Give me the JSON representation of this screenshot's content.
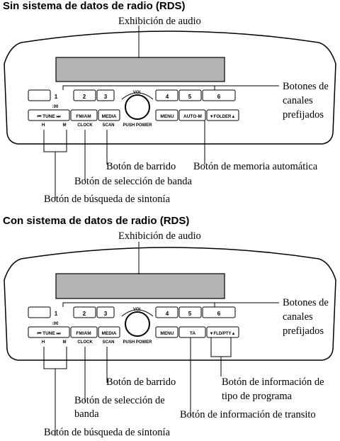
{
  "sections": [
    {
      "title": "Sin sistema de datos de radio (RDS)",
      "display_label": "Exhibición de audio",
      "top_buttons": [
        "1",
        "2",
        "3",
        "4",
        "5",
        "6"
      ],
      "sub_00": ":00",
      "buttons_left": [
        "⏮ TUNE ⏭",
        "FM/AM",
        "MEDIA"
      ],
      "sub_labels": [
        "H",
        "M",
        "CLOCK",
        "SCAN"
      ],
      "knob_top": "VOL",
      "knob_bottom": "PUSH POWER",
      "buttons_right": [
        "MENU",
        "AUTO-M",
        "▼FOLDER▲"
      ],
      "callouts": {
        "preset_1": "Botones de",
        "preset_2": "canales",
        "preset_3": "prefijados",
        "scan": "Botón de barrido",
        "auto_memory": "Botón de memoria automática",
        "band": "Botón de selección de banda",
        "tune": "Botón de búsqueda de sintonía"
      }
    },
    {
      "title": "Con sistema de datos de radio (RDS)",
      "display_label": "Exhibición de audio",
      "top_buttons": [
        "1",
        "2",
        "3",
        "4",
        "5",
        "6"
      ],
      "sub_00": ":00",
      "buttons_left": [
        "⏮ TUNE ⏭",
        "FM/AM",
        "MEDIA"
      ],
      "sub_labels": [
        "H",
        "M",
        "CLOCK",
        "SCAN"
      ],
      "knob_top": "VOL",
      "knob_bottom": "PUSH POWER",
      "buttons_right": [
        "MENU",
        "TA",
        "▼FLD/PTY▲"
      ],
      "callouts": {
        "preset_1": "Botones de",
        "preset_2": "canales",
        "preset_3": "prefijados",
        "scan": "Botón de barrido",
        "pty_1": "Botón de información de",
        "pty_2": "tipo de programa",
        "band_1": "Botón de selección de",
        "band_2": "banda",
        "ta": "Botón de información de transito",
        "tune": "Botón de búsqueda de sintonía"
      }
    }
  ]
}
